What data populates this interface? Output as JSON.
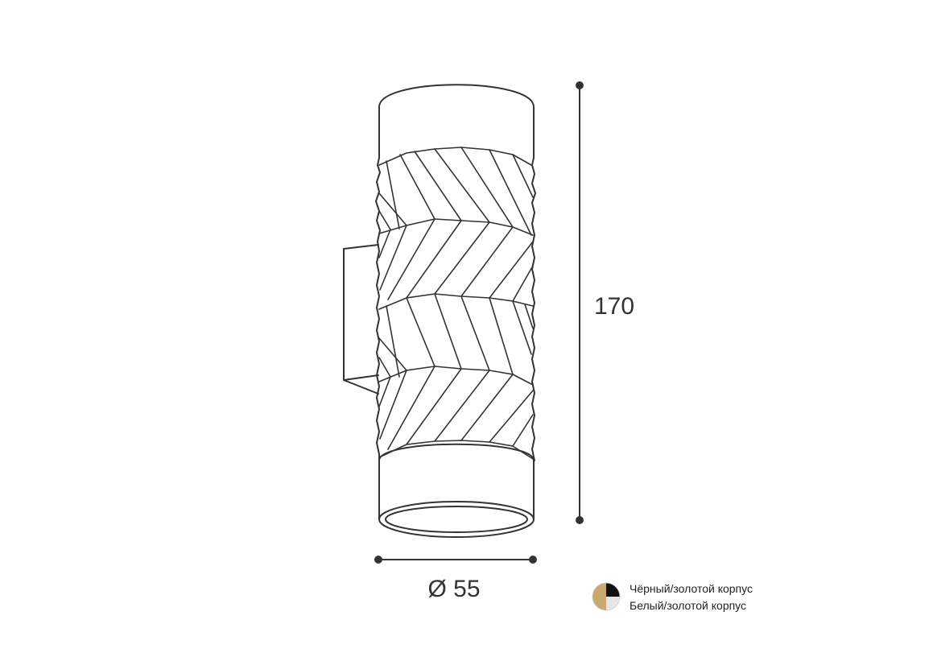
{
  "dimensions": {
    "height_label": "170",
    "diameter_label": "Ø 55"
  },
  "legend": {
    "items": [
      {
        "label": "Чёрный/золотой корпус",
        "colors": [
          "#111111",
          "#c9a96e"
        ]
      },
      {
        "label": "Белый/золотой корпус",
        "colors": [
          "#e6e6e6",
          "#c9a96e"
        ]
      }
    ]
  },
  "colors": {
    "line": "#333333",
    "gold": "#c9a96e",
    "black": "#111111",
    "white": "#e6e6e6"
  }
}
